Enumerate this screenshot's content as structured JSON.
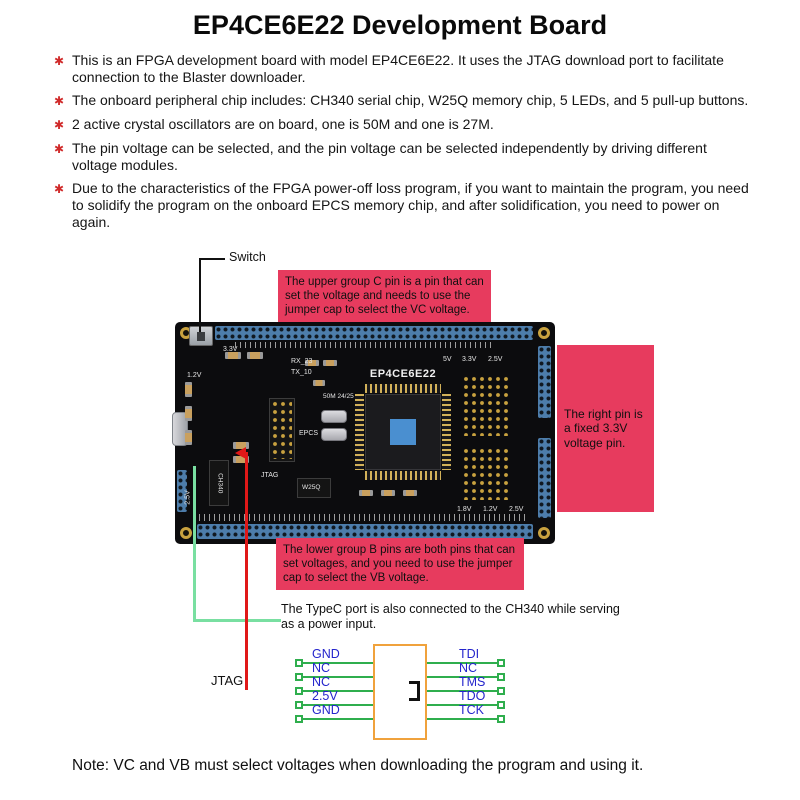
{
  "title": "EP4CE6E22 Development Board",
  "bullet_marker": "✱",
  "features": [
    "This is an FPGA development board with model EP4CE6E22. It uses the JTAG download port to facilitate connection to the Blaster downloader.",
    "The onboard peripheral chip includes: CH340 serial chip, W25Q memory chip, 5 LEDs, and 5 pull-up buttons.",
    "2 active crystal oscillators are on board, one is 50M and one is 27M.",
    "The pin voltage can be selected, and the pin voltage can be selected independently by driving different voltage modules.",
    "Due to the characteristics of the FPGA power-off loss program, if you want to maintain the program, you need to solidify the program on the onboard EPCS memory chip, and after solidification, you need to power on again."
  ],
  "annotations": {
    "switch": "Switch",
    "upper": "The upper group C pin is a pin that can set the voltage and needs to use the jumper cap to select the VC voltage.",
    "right": "The right pin is a fixed 3.3V voltage pin.",
    "lower": "The lower group B pins are both pins that can set voltages, and you need to use the jumper cap to select the VB voltage.",
    "typec": "The TypeC port is also connected to the CH340 while serving as a power input.",
    "jtag": "JTAG"
  },
  "board": {
    "chip_label": "EP4CE6E22",
    "silkscreen": {
      "v33": "3.3V",
      "v12": "1.2V",
      "rx": "RX_23",
      "tx": "TX_10",
      "top_right": [
        "5V",
        "3.3V",
        "2.5V"
      ],
      "osc": "50M 24/25",
      "epcs": "EPCS",
      "jtag": "JTAG",
      "w25q": "W25Q",
      "ch340": "CH340",
      "bottom_right": [
        "1.8V",
        "1.2V",
        "2.5V"
      ],
      "left_edge": "2.5V"
    }
  },
  "pinout": {
    "left_pins": [
      "GND",
      "NC",
      "NC",
      "2.5V",
      "GND"
    ],
    "right_pins": [
      "TDI",
      "NC",
      "TMS",
      "TDO",
      "TCK"
    ]
  },
  "note": "Note: VC and VB must select voltages when downloading the program and using it.",
  "colors": {
    "callout_bg": "#e73b5e",
    "bullet_red": "#d02a2a",
    "pin_label_blue": "#2424cc",
    "wire_green": "#2fae4d",
    "typec_line_green": "#79dfa1",
    "jtag_line_red": "#e01818",
    "connector_orange": "#f0a23c",
    "header_blue": "#4d7dab",
    "board_black": "#0c0c0e"
  }
}
